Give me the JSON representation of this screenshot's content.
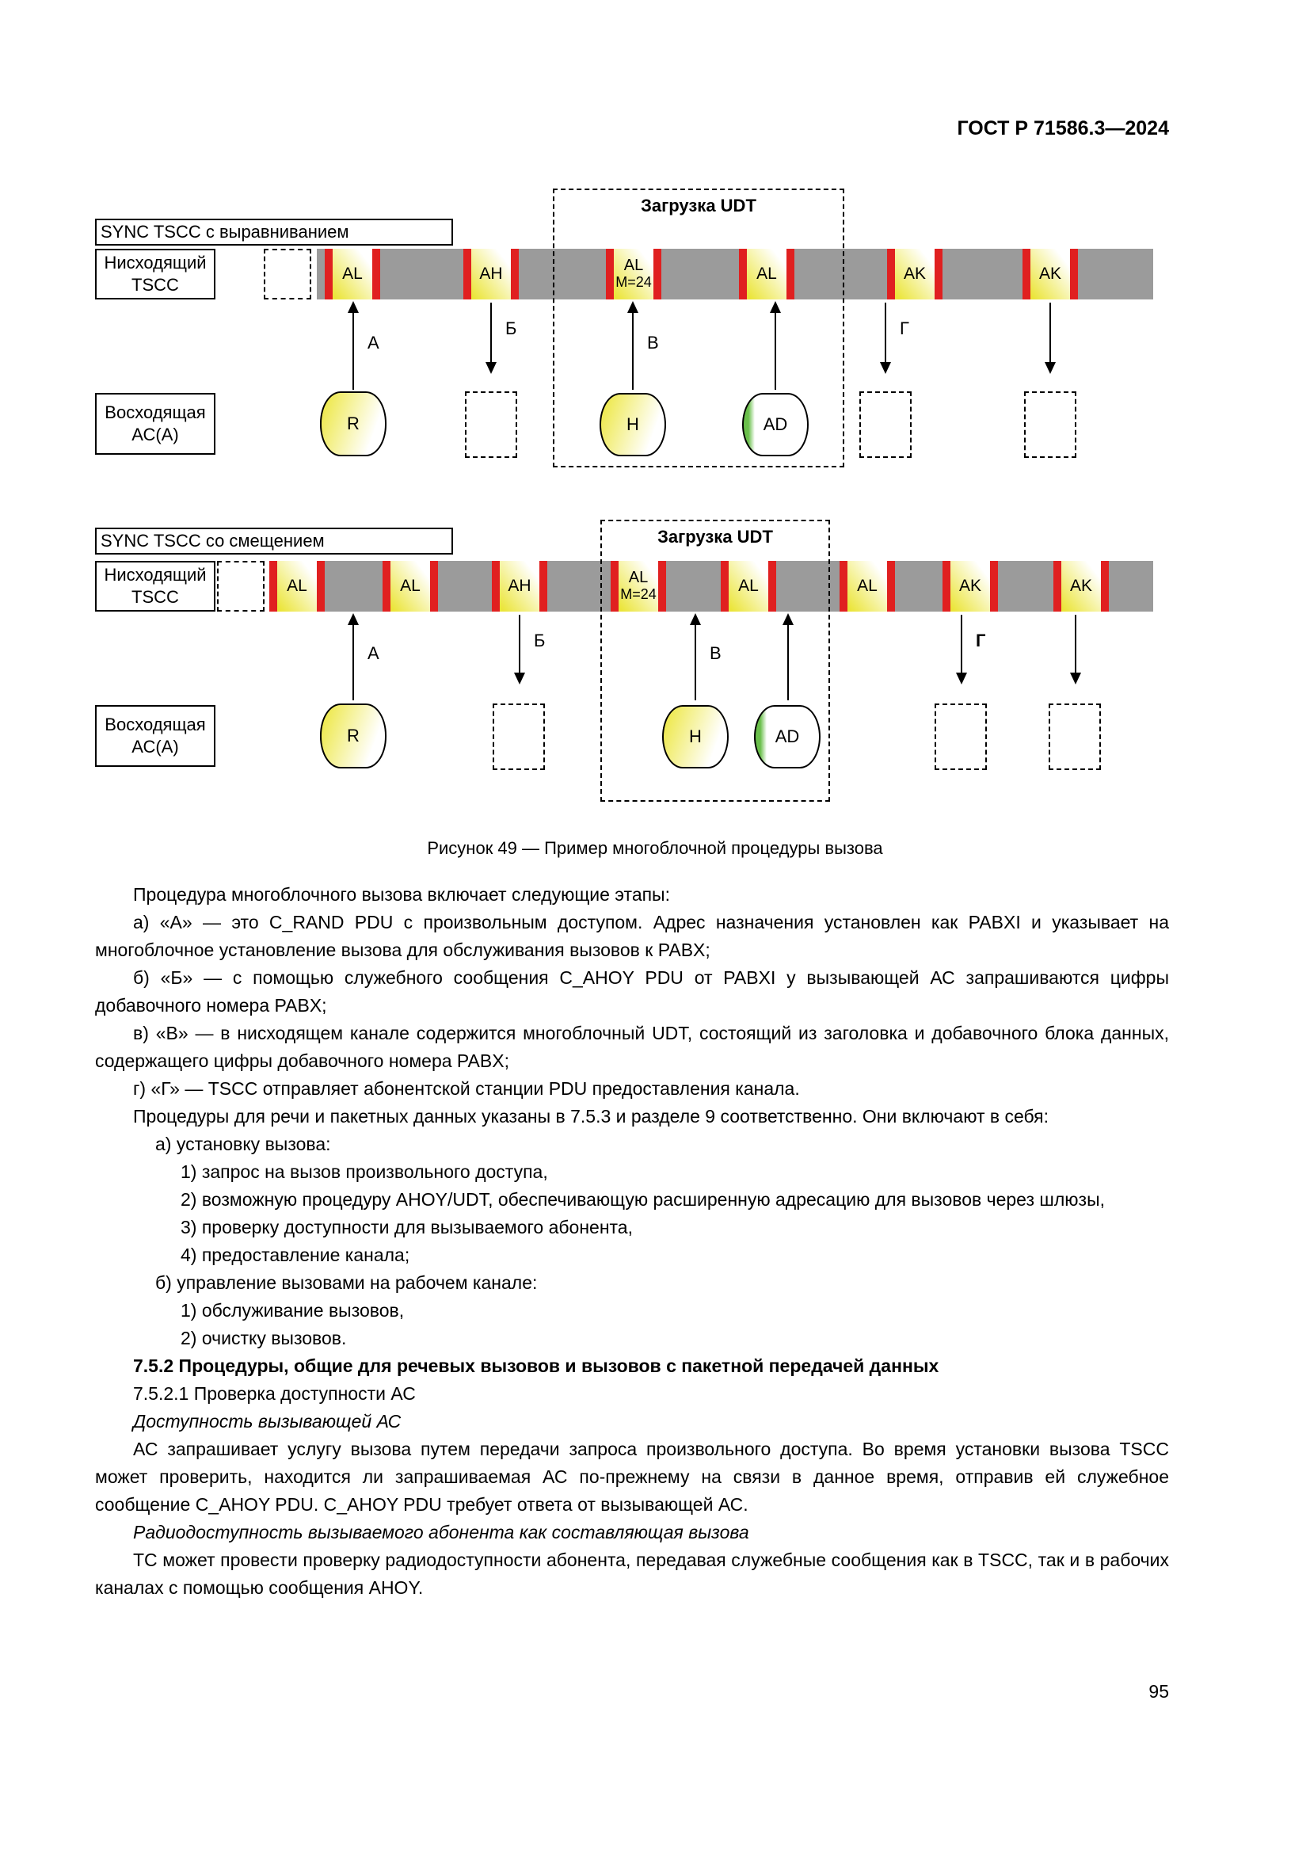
{
  "header": {
    "doc_number": "ГОСТ Р 71586.3—2024"
  },
  "figure": {
    "caption": "Рисунок 49 — Пример многоблочной процедуры вызова",
    "aligned": {
      "title": "SYNC TSCC с выравниванием",
      "udt_label": "Загрузка UDT",
      "downlink1": "Нисходящий",
      "downlink2": "TSCC",
      "uplink1": "Восходящая",
      "uplink2": "АС(А)",
      "slots": [
        "AL",
        "AH",
        "AL",
        "AL",
        "AK",
        "AK"
      ],
      "slot_m_sub": "M=24",
      "labels": {
        "a": "А",
        "b": "Б",
        "v": "В",
        "g": "Г"
      },
      "blocks": {
        "r": "R",
        "h": "H",
        "ad": "AD"
      }
    },
    "offset": {
      "title": "SYNC TSCC со смещением",
      "udt_label": "Загрузка UDT",
      "downlink1": "Нисходящий",
      "downlink2": "TSCC",
      "uplink1": "Восходящая",
      "uplink2": "АС(А)",
      "slots": [
        "AL",
        "AL",
        "AH",
        "AL",
        "AL",
        "AL",
        "AK",
        "AK"
      ],
      "slot_m_sub": "M=24",
      "labels": {
        "a": "А",
        "b": "Б",
        "v": "В",
        "g": "Г"
      },
      "blocks": {
        "r": "R",
        "h": "H",
        "ad": "AD"
      }
    }
  },
  "body": {
    "paragraphs": [
      "Процедура многоблочного вызова включает следующие этапы:",
      "а) «А» — это C_RAND PDU с произвольным доступом. Адрес назначения установлен как PABXI и указывает на многоблочное установление вызова для обслуживания вызовов к PABX;",
      "б) «Б» — с помощью служебного сообщения C_AHOY PDU от PABXI у вызывающей АС запрашиваются цифры добавочного номера PABX;",
      "в) «В» — в нисходящем канале содержится многоблочный UDT, состоящий из заголовка и добавочного блока данных, содержащего цифры добавочного номера PABX;",
      "г) «Г» — TSCC отправляет абонентской станции PDU предоставления канала.",
      "Процедуры для речи и пакетных данных указаны в 7.5.3 и разделе 9 соответственно. Они включают в себя:",
      "а) установку вызова:",
      "1) запрос на вызов произвольного доступа,",
      "2) возможную процедуру AHOY/UDT, обеспечивающую расширенную адресацию для вызовов через шлюзы,",
      "3) проверку доступности для вызываемого абонента,",
      "4) предоставление канала;",
      "б) управление вызовами на рабочем канале:",
      "1) обслуживание вызовов,",
      "2) очистку вызовов.",
      "7.5.2 Процедуры, общие для речевых вызовов и вызовов с пакетной передачей данных",
      "7.5.2.1 Проверка доступности АС",
      "Доступность вызывающей АС",
      "АС запрашивает услугу вызова путем передачи запроса произвольного доступа. Во время установки вызова TSCC может проверить, находится ли запрашиваемая АС по-прежнему на связи в данное время, отправив ей служебное сообщение C_AHOY PDU. C_AHOY PDU требует ответа от вызывающей АС.",
      "Радиодоступность вызываемого абонента как составляющая вызова",
      "ТС может провести проверку радиодоступности абонента, передавая служебные сообщения как в TSCC, так и в рабочих каналах с помощью сообщения AHOY."
    ]
  },
  "footer": {
    "page": "95"
  }
}
